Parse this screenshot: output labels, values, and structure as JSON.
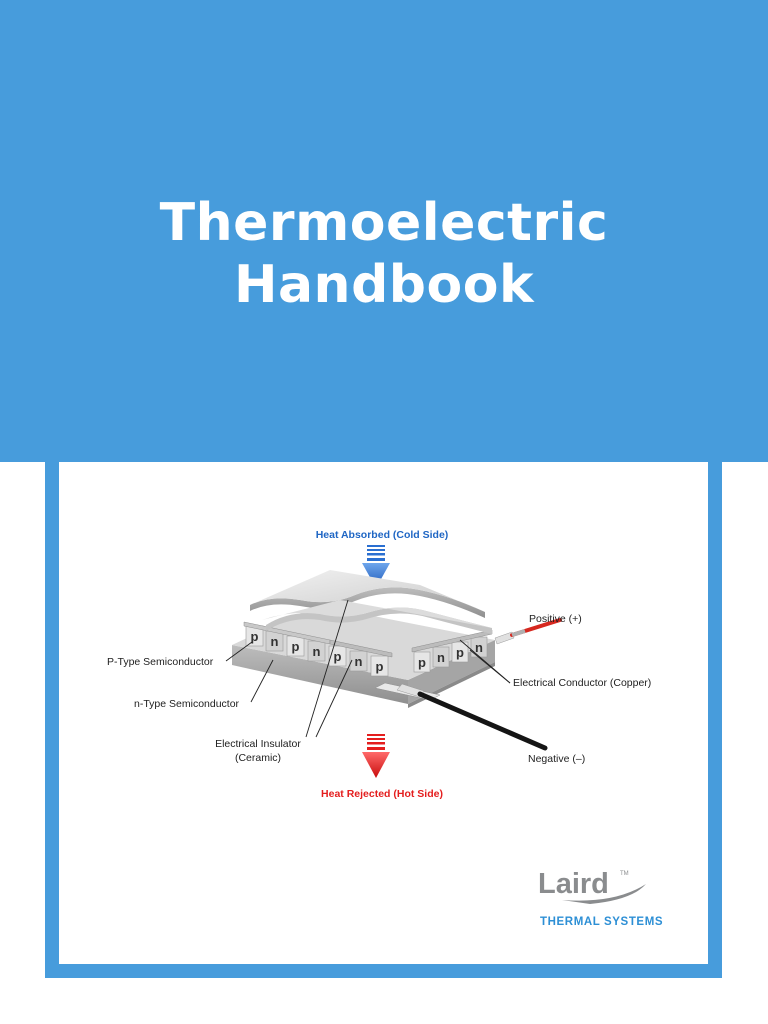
{
  "cover": {
    "title_line1": "Thermoelectric",
    "title_line2": "Handbook"
  },
  "diagram": {
    "heat_absorbed": "Heat Absorbed (Cold Side)",
    "heat_rejected": "Heat Rejected (Hot Side)",
    "positive": "Positive (+)",
    "negative": "Negative (–)",
    "p_type": "P-Type Semiconductor",
    "n_type": "n-Type Semiconductor",
    "insulator_line1": "Electrical Insulator",
    "insulator_line2": "(Ceramic)",
    "conductor": "Electrical Conductor (Copper)",
    "pellets_front": [
      "p",
      "n",
      "p",
      "n",
      "p",
      "n",
      "p"
    ],
    "pellets_right": [
      "p",
      "n",
      "p",
      "n"
    ]
  },
  "logo": {
    "name": "Laird",
    "tm": "TM",
    "subtitle": "THERMAL SYSTEMS"
  },
  "colors": {
    "brand_blue": "#479cdc",
    "cold_arrow": "#2a6fd1",
    "hot_arrow": "#e41e1e",
    "logo_grey": "#8a8c8e",
    "logo_blue": "#2d8fd5"
  }
}
